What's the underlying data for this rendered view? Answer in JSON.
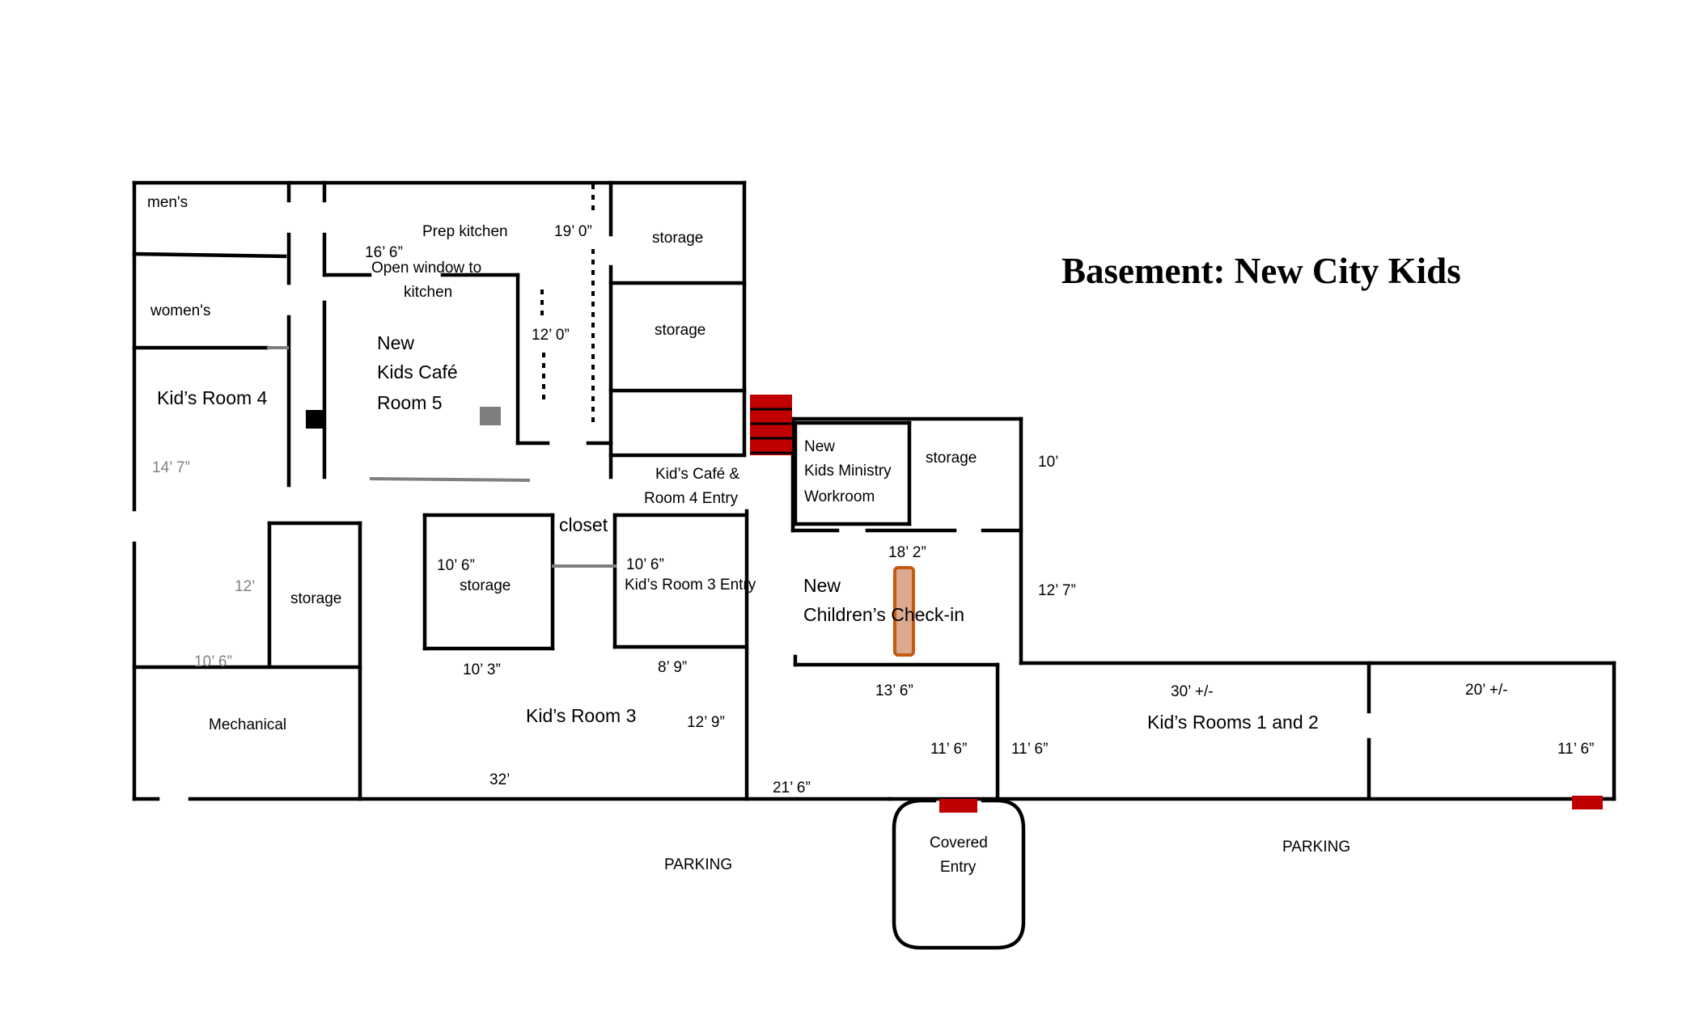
{
  "title": "Basement:  New City Kids",
  "colors": {
    "wall": "#000000",
    "stairs": "#c00000",
    "door": "#c00000",
    "counter_fill": "#dca98f",
    "counter_stroke": "#c55a11",
    "partition": "#7f7f7f"
  },
  "rooms": {
    "mens": "men's",
    "womens": "women's",
    "kids_room_4": "Kid’s Room 4",
    "prep_kitchen": "Prep kitchen",
    "open_window_line1": "Open window to",
    "open_window_line2": "kitchen",
    "cafe_line1": "New",
    "cafe_line2": "Kids Café",
    "cafe_line3": "Room 5",
    "storage_top": "storage",
    "storage_mid": "storage",
    "storage_workroom": "storage",
    "storage_left": "storage",
    "storage_center": "storage",
    "closet": "closet",
    "cafe_entry_line1": "Kid’s Café &",
    "cafe_entry_line2": "Room 4 Entry",
    "workroom_line1": "New",
    "workroom_line2": "Kids Ministry",
    "workroom_line3": "Workroom",
    "checkin_line1": "New",
    "checkin_line2": "Children’s Check-in",
    "kids_room_3_entry": "Kid’s Room 3 Entry",
    "kids_room_3": "Kid’s Room 3",
    "mechanical": "Mechanical",
    "kids_rooms_1_2": "Kid’s Rooms 1 and 2",
    "covered_line1": "Covered",
    "covered_line2": "Entry",
    "parking_left": "PARKING",
    "parking_right": "PARKING"
  },
  "dimensions": {
    "d_16_6": "16’ 6”",
    "d_19_0": "19’ 0”",
    "d_12_0": "12’ 0”",
    "d_14_7": "14’ 7”",
    "d_12": "12’",
    "d_10_6_left": "10’ 6”",
    "d_10_6_storage": "10’ 6”",
    "d_10_6_entry": "10’ 6”",
    "d_10_3": "10’ 3”",
    "d_8_9": "8’ 9”",
    "d_12_9": "12’ 9”",
    "d_32": "32’",
    "d_21_6": "21’ 6”",
    "d_10": "10’",
    "d_18_2": "18’ 2”",
    "d_12_7": "12’ 7”",
    "d_13_6": "13’ 6”",
    "d_11_6_a": "11’ 6”",
    "d_11_6_b": "11’ 6”",
    "d_11_6_c": "11’ 6”",
    "d_30": "30’ +/-",
    "d_20": "20’ +/-"
  }
}
